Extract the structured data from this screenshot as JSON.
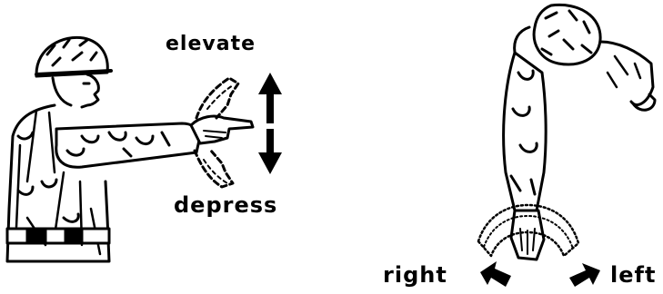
{
  "labels": {
    "elevate": "elevate",
    "depress": "depress",
    "right": "right",
    "left": "left"
  },
  "icons": {
    "up_arrow": "arrow-up-icon",
    "down_arrow": "arrow-down-icon",
    "left_arrow": "arrow-left-icon",
    "right_arrow": "arrow-right-icon"
  },
  "colors": {
    "ink": "#000000",
    "paper": "#ffffff"
  }
}
